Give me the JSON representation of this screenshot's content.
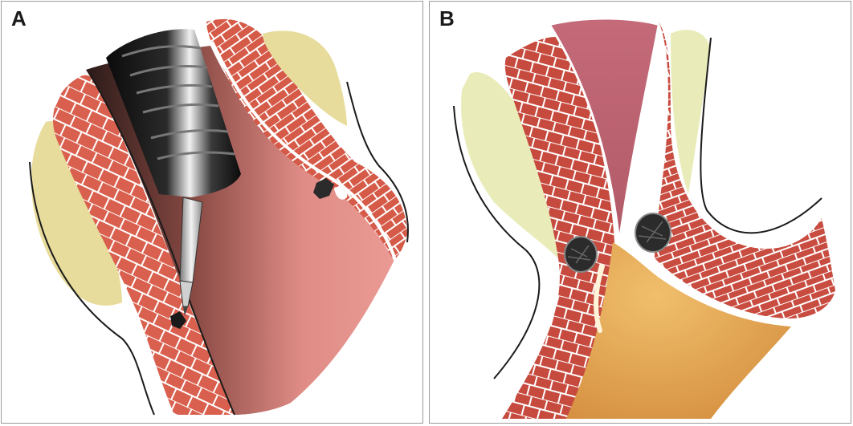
{
  "panels": [
    {
      "id": "A",
      "label": "A"
    },
    {
      "id": "B",
      "label": "B"
    }
  ],
  "colors": {
    "muscle": "#d9604e",
    "muscle_dark": "#c9483c",
    "fascia": "#ffffff",
    "fat": "#e8dc9c",
    "fat_light": "#eef0c8",
    "outline": "#1a1a1a",
    "mucosa": "#e8908c",
    "rectum": "#c06a78",
    "instrument": "#111111",
    "instrument_highlight": "#f2f2f2",
    "needle": "#bfbfbf",
    "fluid": "#d99a4a",
    "lesion": "#2b2b2b"
  },
  "icons": {
    "instrument": "endoscope-tip-icon",
    "probe": "needle-probe-icon",
    "lesion": "dark-lesion-icon"
  }
}
